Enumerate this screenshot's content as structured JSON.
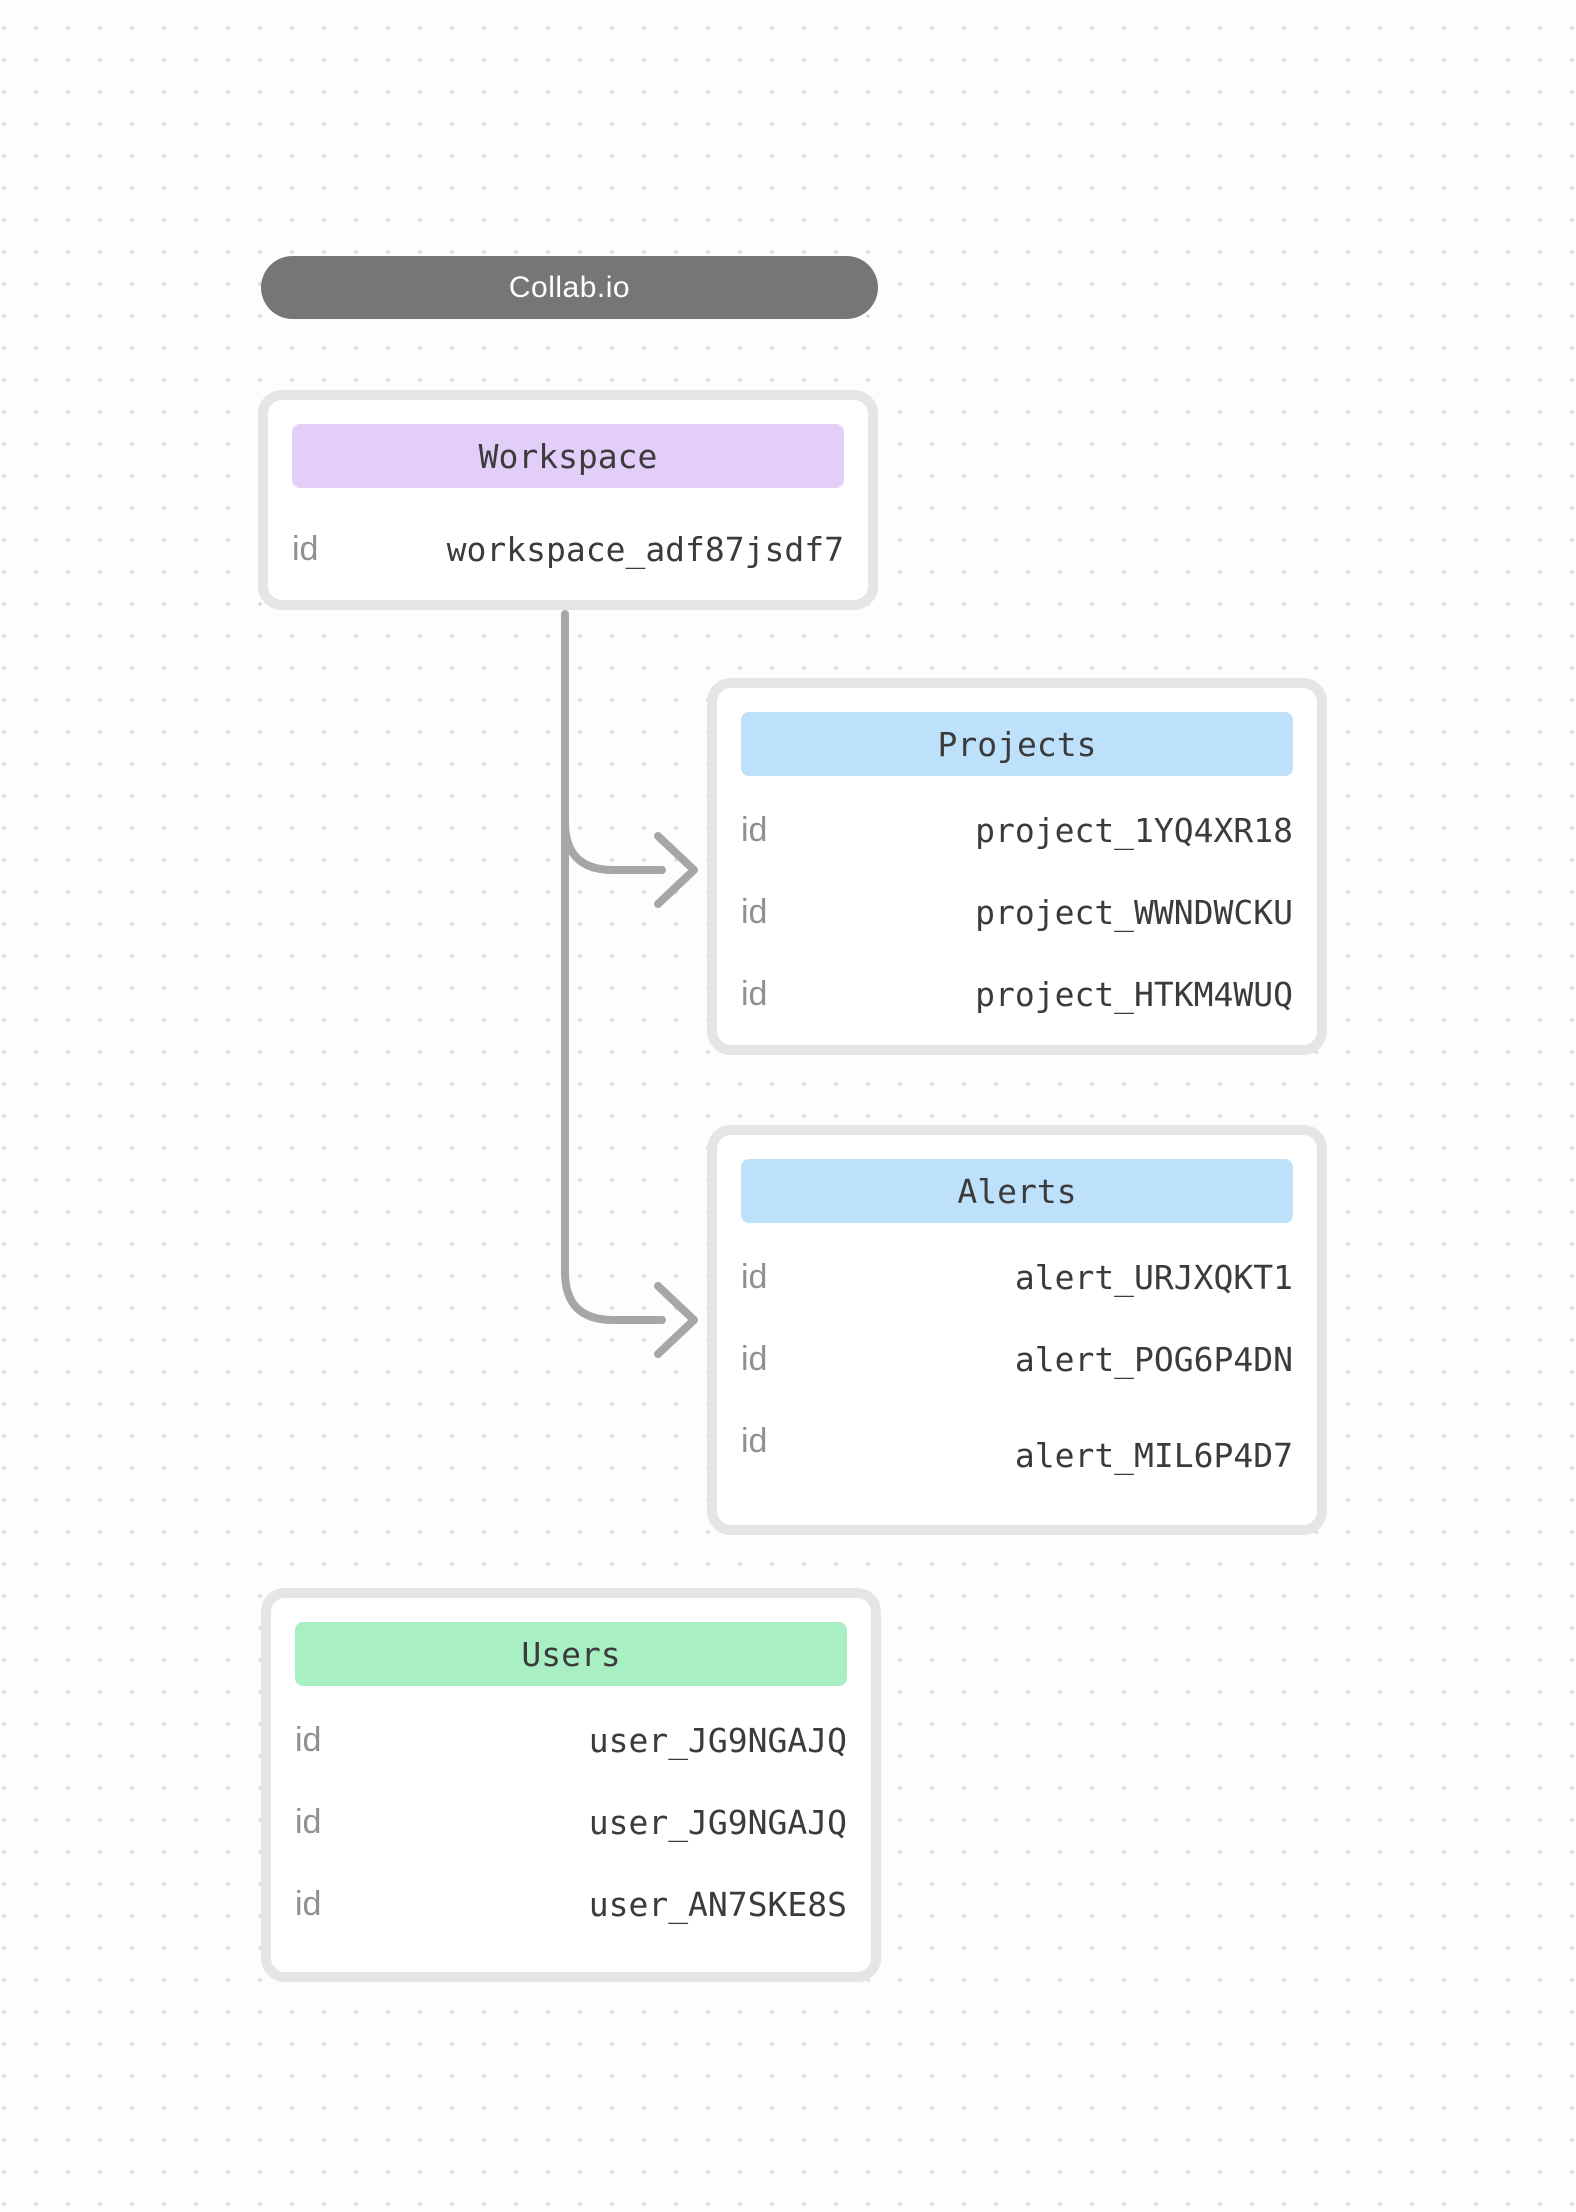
{
  "app": {
    "title": "Collab.io"
  },
  "colors": {
    "title_pill_bg": "#767676",
    "workspace_header_bg": "#e3cdf9",
    "projects_header_bg": "#bee1fb",
    "alerts_header_bg": "#bee1fb",
    "users_header_bg": "#a9efc4",
    "connector": "#a6a6a6",
    "card_border": "#e5e5e5"
  },
  "entities": [
    {
      "title": "Workspace",
      "rows": [
        {
          "label": "id",
          "value": "workspace_adf87jsdf7"
        }
      ]
    },
    {
      "title": "Projects",
      "rows": [
        {
          "label": "id",
          "value": "project_1YQ4XR18"
        },
        {
          "label": "id",
          "value": "project_WWNDWCKU"
        },
        {
          "label": "id",
          "value": "project_HTKM4WUQ"
        }
      ]
    },
    {
      "title": "Alerts",
      "rows": [
        {
          "label": "id",
          "value": "alert_URJXQKT1"
        },
        {
          "label": "id",
          "value": "alert_POG6P4DN"
        },
        {
          "label": "id",
          "value": "alert_MIL6P4D7"
        }
      ]
    },
    {
      "title": "Users",
      "rows": [
        {
          "label": "id",
          "value": "user_JG9NGAJQ"
        },
        {
          "label": "id",
          "value": "user_JG9NGAJQ"
        },
        {
          "label": "id",
          "value": "user_AN7SKE8S"
        }
      ]
    }
  ],
  "relations": [
    {
      "from": "Workspace",
      "to": "Projects"
    },
    {
      "from": "Workspace",
      "to": "Alerts"
    }
  ]
}
